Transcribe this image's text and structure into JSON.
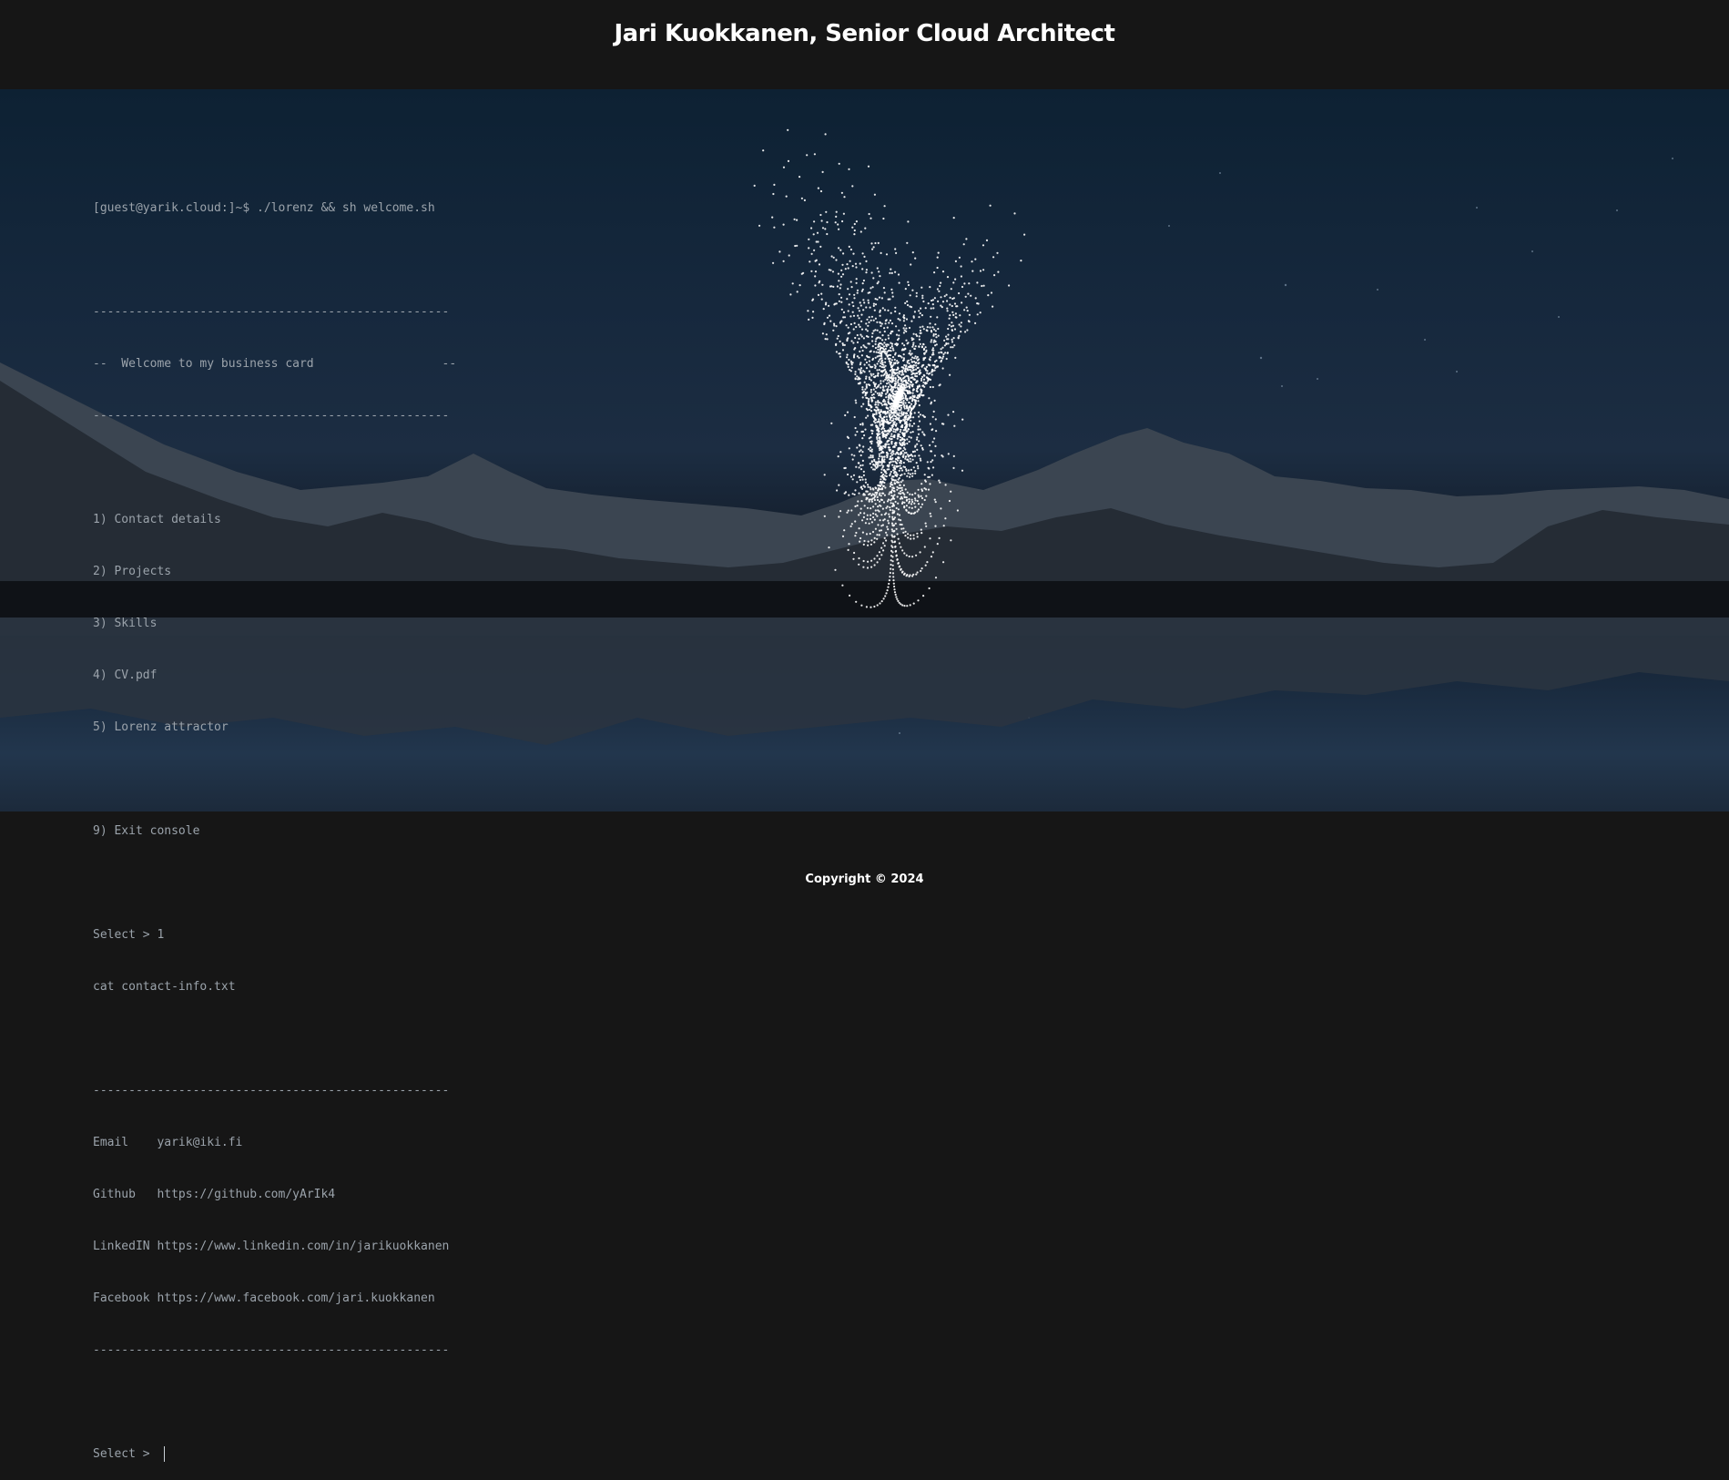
{
  "header": {
    "title": "Jari Kuokkanen, Senior Cloud Architect"
  },
  "terminal": {
    "prompt_command": "[guest@yarik.cloud:]~$ ./lorenz && sh welcome.sh",
    "divider": "--------------------------------------------------",
    "welcome": "--  Welcome to my business card                  --",
    "menu": [
      "1) Contact details",
      "2) Projects",
      "3) Skills",
      "4) CV.pdf",
      "5) Lorenz attractor"
    ],
    "exit_option": "9) Exit console",
    "selection": "Select > 1",
    "command": "cat contact-info.txt",
    "contacts": [
      {
        "label": "Email   ",
        "value": "yarik@iki.fi"
      },
      {
        "label": "Github  ",
        "value": "https://github.com/yArIk4"
      },
      {
        "label": "LinkedIN",
        "value": "https://www.linkedin.com/in/jarikuokkanen"
      },
      {
        "label": "Facebook",
        "value": "https://www.facebook.com/jari.kuokkanen"
      }
    ],
    "input_prompt": "Select > "
  },
  "footer": {
    "copyright": "Copyright © 2024"
  },
  "colors": {
    "header_bg": "#161616",
    "terminal_text": "#9ba3ab",
    "attractor_dots": "#ffffff",
    "title_text": "#ffffff"
  }
}
